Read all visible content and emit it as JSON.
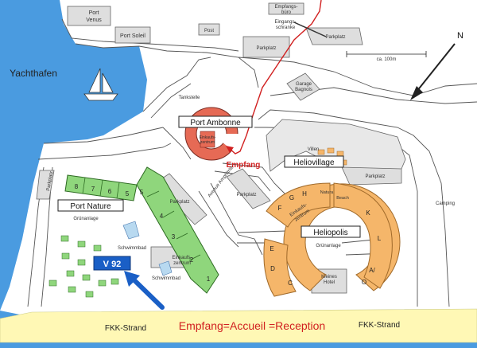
{
  "labels": {
    "yachthafen": "Yachthafen",
    "port_venus": [
      "Port",
      "Venus"
    ],
    "port_soleil": "Port Soleil",
    "post": "Post",
    "empfangsburo": [
      "Empfangs-",
      "büro"
    ],
    "eingangsschranke": [
      "Eingangs-",
      "schranke"
    ],
    "parkplatz": "Parkplatz",
    "scale": "ca. 100m",
    "north": "N",
    "garage": [
      "Garage",
      "Bagnols"
    ],
    "tankstelle": "Tankstelle",
    "port_ambonne": "Port Ambonne",
    "einkaufszentrum": [
      "Einkaufs-",
      "zentrum"
    ],
    "empfang": "Empfang",
    "heliovillage": "Heliovillage",
    "villen": "Villen",
    "avenue": "Avenue Amphitrite",
    "port_nature": "Port Nature",
    "grunanlage": "Grünanlage",
    "natura_beach": [
      "Natura",
      "Beach"
    ],
    "heliopolis": "Heliopolis",
    "einkaufs_small": [
      "Einkaufs-",
      "zentrum"
    ],
    "camping": "Camping",
    "schwimmbad": "Schwimmbad",
    "kleines_hotel": [
      "Kleines",
      "Hotel"
    ],
    "fkk_left": "FKK-Strand",
    "fkk_right": "FKK-Strand",
    "reception_note": "Empfang=Accueil =Reception",
    "v92": "V 92"
  },
  "port_nature_numbers": [
    "8",
    "7",
    "6",
    "5",
    "4",
    "3",
    "2",
    "1"
  ],
  "heliopolis_letters": [
    "F",
    "G",
    "H",
    "K",
    "L",
    "E",
    "D",
    "C",
    "A/",
    "O"
  ],
  "colors": {
    "sea": "#4a9be0",
    "sand": "#fff8b5",
    "road": "#d6d6d6",
    "green": "#8fd67c",
    "orange": "#f5b66a",
    "red": "#e66a55",
    "v92": "#1a5fc6",
    "route": "#d12020"
  }
}
